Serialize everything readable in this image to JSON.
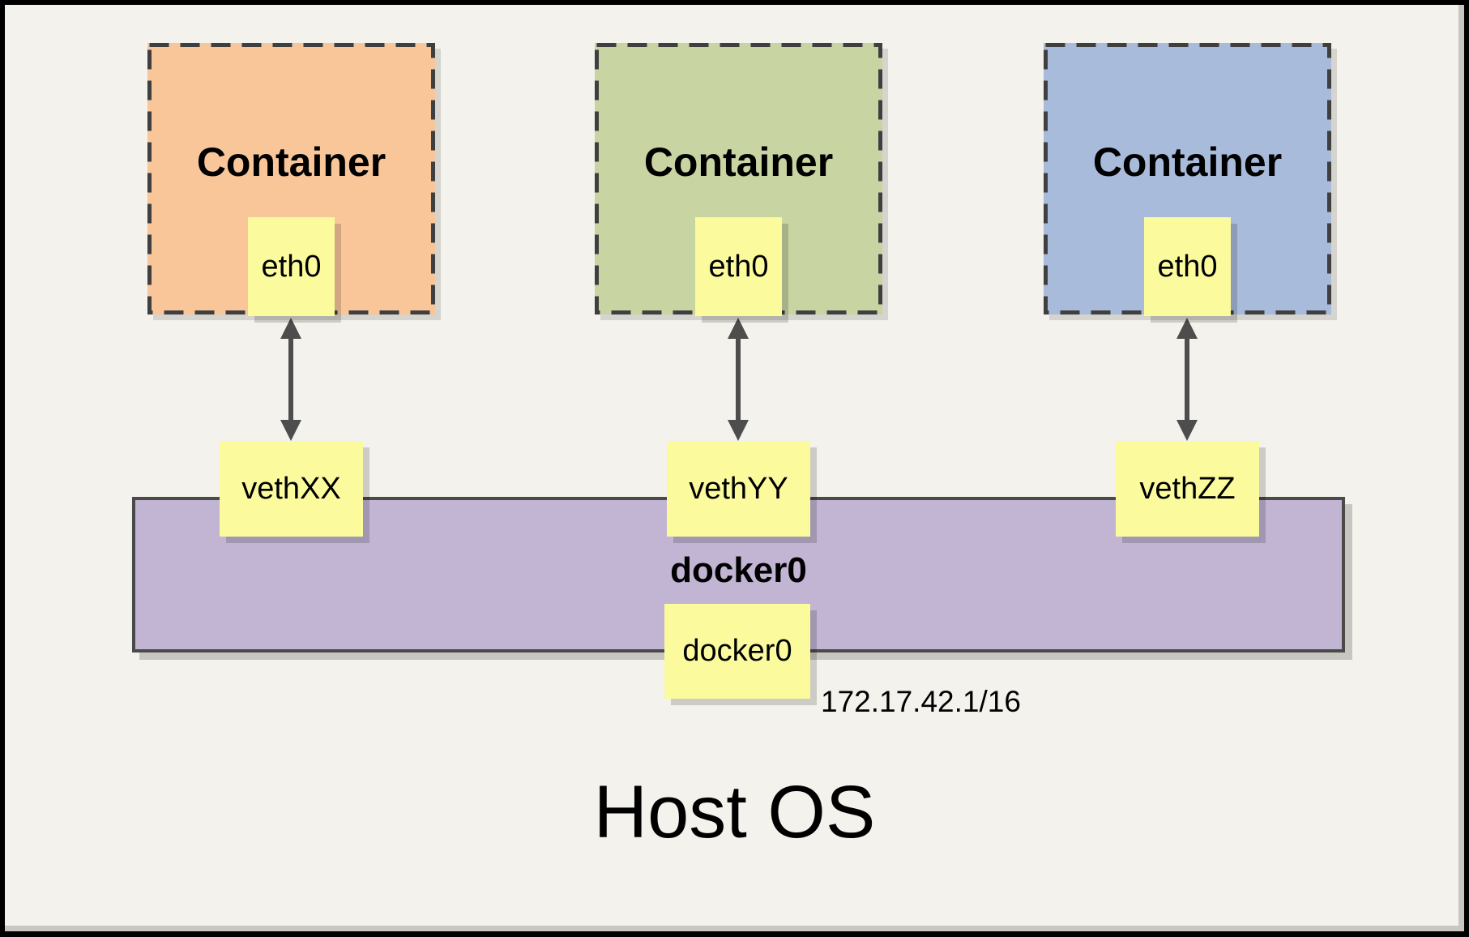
{
  "diagram": {
    "title": "Host OS",
    "background_color": "#f4f2ec",
    "frame_color": "#000000",
    "note_color": "#fbfb9e",
    "arrow_color": "#4d4d4d"
  },
  "containers": [
    {
      "label": "Container",
      "fill": "#f9c69a",
      "eth_label": "eth0",
      "veth_label": "vethXX"
    },
    {
      "label": "Container",
      "fill": "#c9d4a3",
      "eth_label": "eth0",
      "veth_label": "vethYY"
    },
    {
      "label": "Container",
      "fill": "#a8bbda",
      "eth_label": "eth0",
      "veth_label": "vethZZ"
    }
  ],
  "bridge": {
    "label": "docker0",
    "interface_label": "docker0",
    "ip": "172.17.42.1/16",
    "fill": "#c2b4d3"
  },
  "host": {
    "label": "Host OS"
  }
}
